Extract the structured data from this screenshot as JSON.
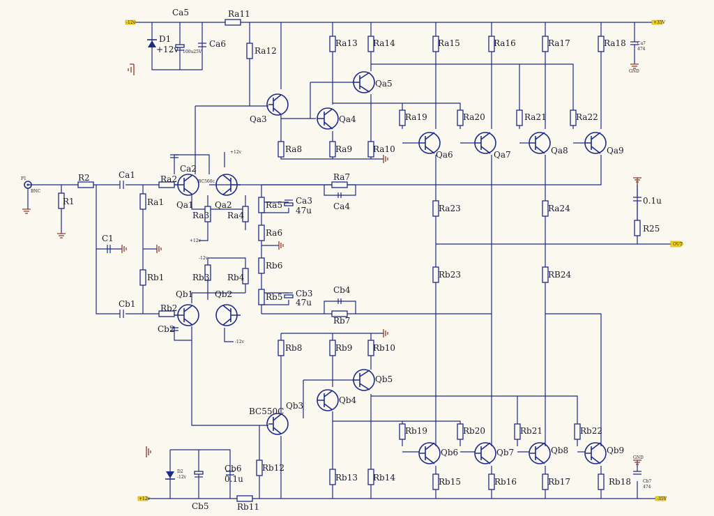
{
  "labels": {
    "Ca5": "Ca5",
    "Ra11": "Ra11",
    "D1": "D1",
    "d1_volt": "+12v",
    "ca5_val": "100u25V",
    "Ca6": "Ca6",
    "p12_top": "-12v",
    "p35_top": "+35V",
    "Ca7": "Ca7",
    "ca7_val": "474",
    "gnd_top": "GND",
    "Ra12": "Ra12",
    "Ra13": "Ra13",
    "Ra14": "Ra14",
    "Ra15": "Ra15",
    "Ra16": "Ra16",
    "Ra17": "Ra17",
    "Ra18": "Ra18",
    "Qa5": "Qa5",
    "Qa3": "Qa3",
    "Qa4": "Qa4",
    "Ra19": "Ra19",
    "Ra20": "Ra20",
    "Ra21": "Ra21",
    "Ra22": "Ra22",
    "Qa6": "Qa6",
    "Qa7": "Qa7",
    "Qa8": "Qa8",
    "Qa9": "Qa9",
    "Ra8": "Ra8",
    "Ra9": "Ra9",
    "Ra10": "Ra10",
    "P1": "P1",
    "bnc": "BNC",
    "R1": "R1",
    "R2": "R2",
    "Ca1": "Ca1",
    "Ra2": "Ra2",
    "Ca2": "Ca2",
    "bc560": "BC560c",
    "Qa1": "Qa1",
    "Qa2": "Qa2",
    "Ra1": "Ra1",
    "Ra3": "Ra3",
    "Ra4": "Ra4",
    "p12_qa2": "+12v",
    "n12_ra3": "+12v",
    "Ra5": "Ra5",
    "Ca3": "Ca3",
    "ca3_val": "47u",
    "Ra6": "Ra6",
    "Ra7": "Ra7",
    "Ca4": "Ca4",
    "Ra23": "Ra23",
    "Ra24": "Ra24",
    "c01u_a": "0.1u",
    "R25": "R25",
    "OUT": "OUT",
    "C1": "C1",
    "Rb1": "Rb1",
    "Rb3": "Rb3",
    "Rb4": "Rb4",
    "n12_rb3": "-12v",
    "Rb6": "Rb6",
    "Rb5": "Rb5",
    "Cb3": "Cb3",
    "cb3_val": "47u",
    "Cb4": "Cb4",
    "Rb7": "Rb7",
    "Rb23": "Rb23",
    "RB24": "RB24",
    "Qb1": "Qb1",
    "Qb2": "Qb2",
    "Cb1": "Cb1",
    "Rb2": "Rb2",
    "Cb2": "Cb2",
    "m12_qb2": "-12v",
    "Rb8": "Rb8",
    "Rb9": "Rb9",
    "Rb10": "Rb10",
    "Qb5": "Qb5",
    "Qb4": "Qb4",
    "Qb3": "Qb3",
    "bc550": "BC550C",
    "Rb19": "Rb19",
    "Rb20": "Rb20",
    "Rb21": "Rb21",
    "Rb22": "Rb22",
    "Qb6": "Qb6",
    "Qb7": "Qb7",
    "Qb8": "Qb8",
    "Qb9": "Qb9",
    "Rb12": "Rb12",
    "Rb13": "Rb13",
    "Rb14": "Rb14",
    "Rb15": "Rb15",
    "Rb16": "Rb16",
    "Rb17": "Rb17",
    "Rb18": "Rb18",
    "D2": "D2",
    "d2_volt": "-12v",
    "Cb6": "Cb6",
    "c01u_b": "0.1u",
    "Cb5": "Cb5",
    "Rb11": "Rb11",
    "n12_bot": "+12v",
    "n35_bot": "-35V",
    "gnd_bot": "GND",
    "Cb7": "Cb7",
    "cb7_val": "474"
  },
  "colors": {
    "wire": "#1b2a8a",
    "ground": "#8b3a2a",
    "background": "#fbf8ef",
    "output_port": "#f2d51e"
  }
}
